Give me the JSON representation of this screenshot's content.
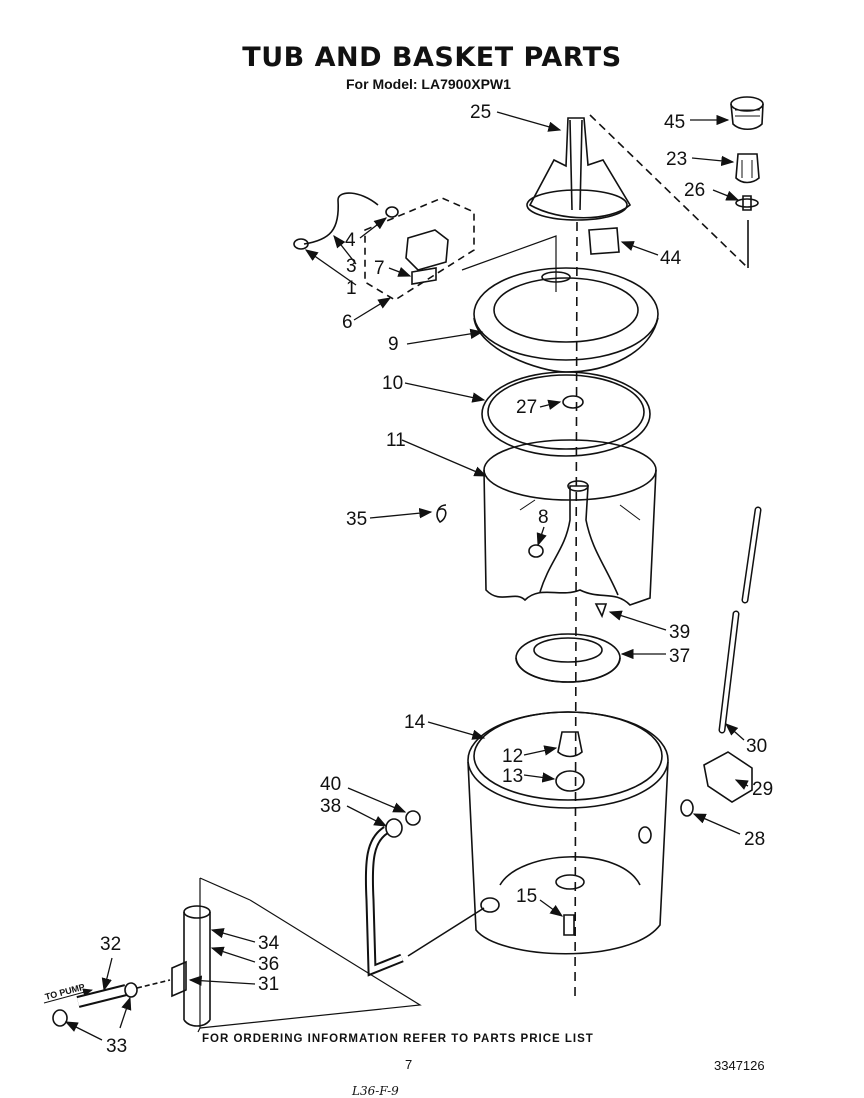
{
  "header": {
    "title": "TUB AND BASKET PARTS",
    "subtitle": "For Model: LA7900XPW1"
  },
  "diagram": {
    "callouts": [
      "1",
      "3",
      "4",
      "6",
      "7",
      "8",
      "9",
      "10",
      "11",
      "12",
      "13",
      "14",
      "15",
      "23",
      "25",
      "26",
      "27",
      "28",
      "29",
      "30",
      "31",
      "32",
      "33",
      "34",
      "35",
      "36",
      "37",
      "38",
      "39",
      "40",
      "44",
      "45"
    ],
    "pump_label": "TO PUMP"
  },
  "footer": {
    "ordering_note": "FOR ORDERING INFORMATION REFER TO PARTS PRICE LIST",
    "page_number": "7",
    "document_number": "3347126",
    "handwritten_note": "L36-F-9"
  }
}
